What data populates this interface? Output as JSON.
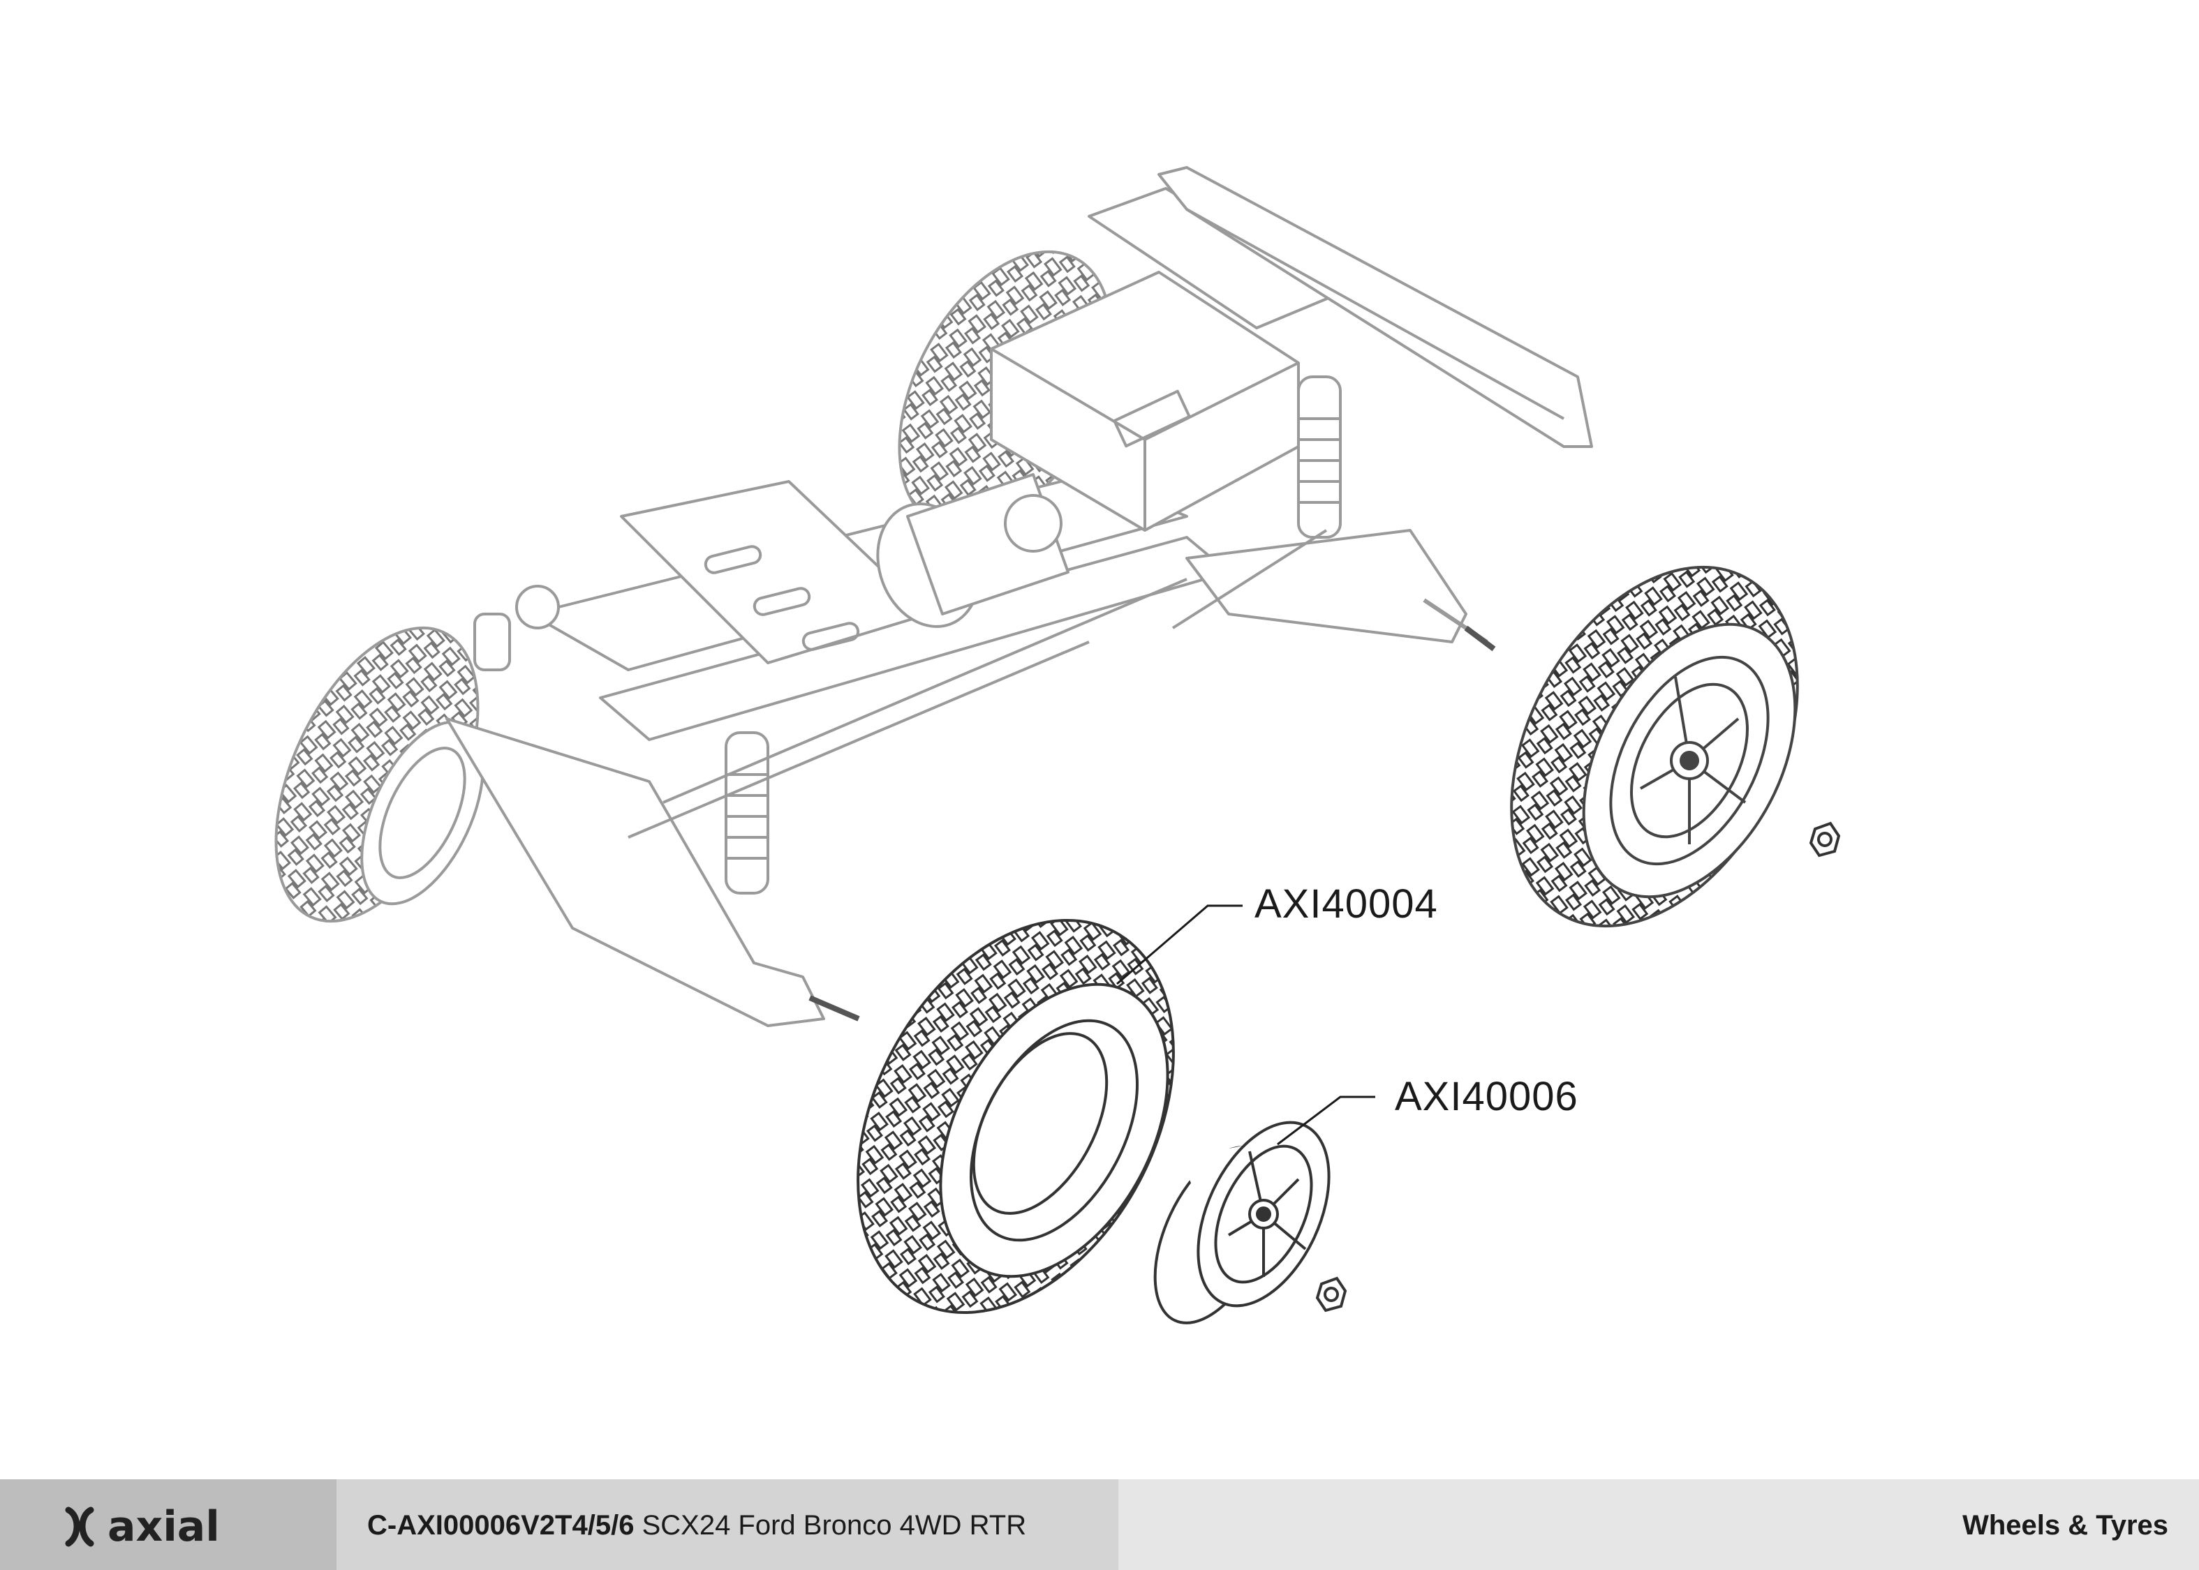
{
  "callouts": {
    "tire_part": "AXI40004",
    "wheel_part": "AXI40006"
  },
  "footer": {
    "brand": "axial",
    "doc_code": "C-AXI00006V2T4/5/6",
    "doc_name": "SCX24 Ford Bronco 4WD RTR",
    "section": "Wheels & Tyres"
  },
  "colors": {
    "line": "#333333",
    "ghost_line": "#9a9a9a",
    "footer_logo_bg": "#bdbdbd",
    "footer_title_bg": "#d4d4d4",
    "footer_right_bg": "#e6e6e6"
  }
}
